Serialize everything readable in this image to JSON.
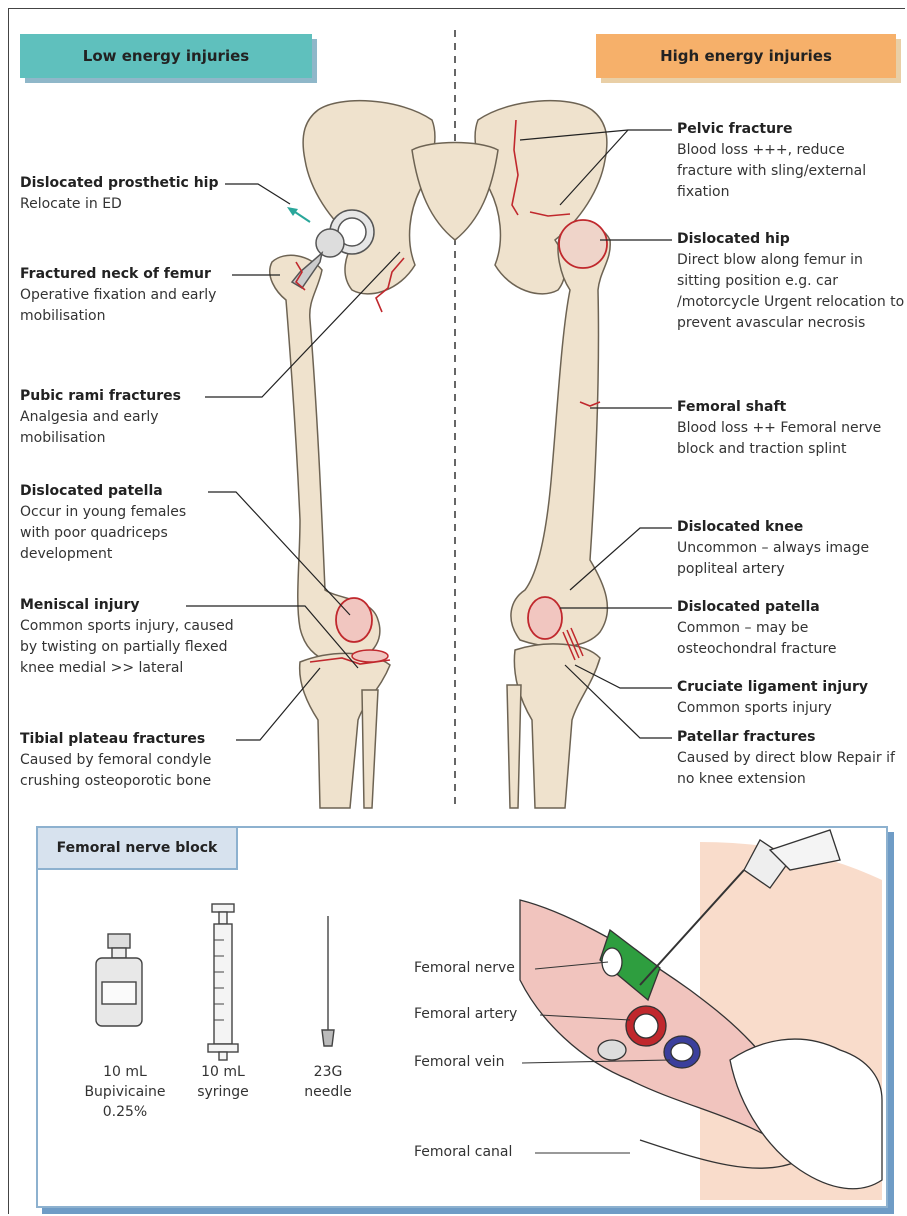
{
  "headers": {
    "low": "Low energy injuries",
    "high": "High energy injuries"
  },
  "left_labels": [
    {
      "title": "Dislocated prosthetic hip",
      "desc": "Relocate in ED"
    },
    {
      "title": "Fractured neck of femur",
      "desc": "Operative fixation and early mobilisation"
    },
    {
      "title": "Pubic rami fractures",
      "desc": "Analgesia and early mobilisation"
    },
    {
      "title": "Dislocated patella",
      "desc": "Occur in young females with poor quadriceps development"
    },
    {
      "title": "Meniscal injury",
      "desc": "Common sports injury, caused by twisting on partially flexed knee medial >> lateral"
    },
    {
      "title": "Tibial plateau fractures",
      "desc": "Caused by femoral condyle crushing osteoporotic bone"
    }
  ],
  "right_labels": [
    {
      "title": "Pelvic fracture",
      "desc": "Blood loss +++, reduce fracture with sling/external fixation"
    },
    {
      "title": "Dislocated hip",
      "desc": "Direct blow along femur in sitting position e.g. car /motorcycle Urgent relocation to prevent avascular necrosis"
    },
    {
      "title": "Femoral shaft",
      "desc": "Blood loss ++ Femoral nerve block and traction splint"
    },
    {
      "title": "Dislocated knee",
      "desc": "Uncommon – always image popliteal artery"
    },
    {
      "title": "Dislocated patella",
      "desc": "Common – may be osteochondral fracture"
    },
    {
      "title": "Cruciate ligament injury",
      "desc": "Common sports injury"
    },
    {
      "title": "Patellar fractures",
      "desc": "Caused by direct blow Repair if no knee extension"
    }
  ],
  "panel": {
    "title": "Femoral nerve block",
    "items": [
      {
        "caption": "10 mL Bupivicaine 0.25%"
      },
      {
        "caption": "10 mL syringe"
      },
      {
        "caption": "23G needle"
      }
    ],
    "anatomy": [
      "Femoral nerve",
      "Femoral artery",
      "Femoral vein",
      "Femoral canal"
    ]
  },
  "colors": {
    "low_header": "#5fc0bd",
    "high_header": "#f6b06a",
    "bone": "#efe2cd",
    "fracture": "#c0282d",
    "panel_border": "#8db1cf"
  }
}
